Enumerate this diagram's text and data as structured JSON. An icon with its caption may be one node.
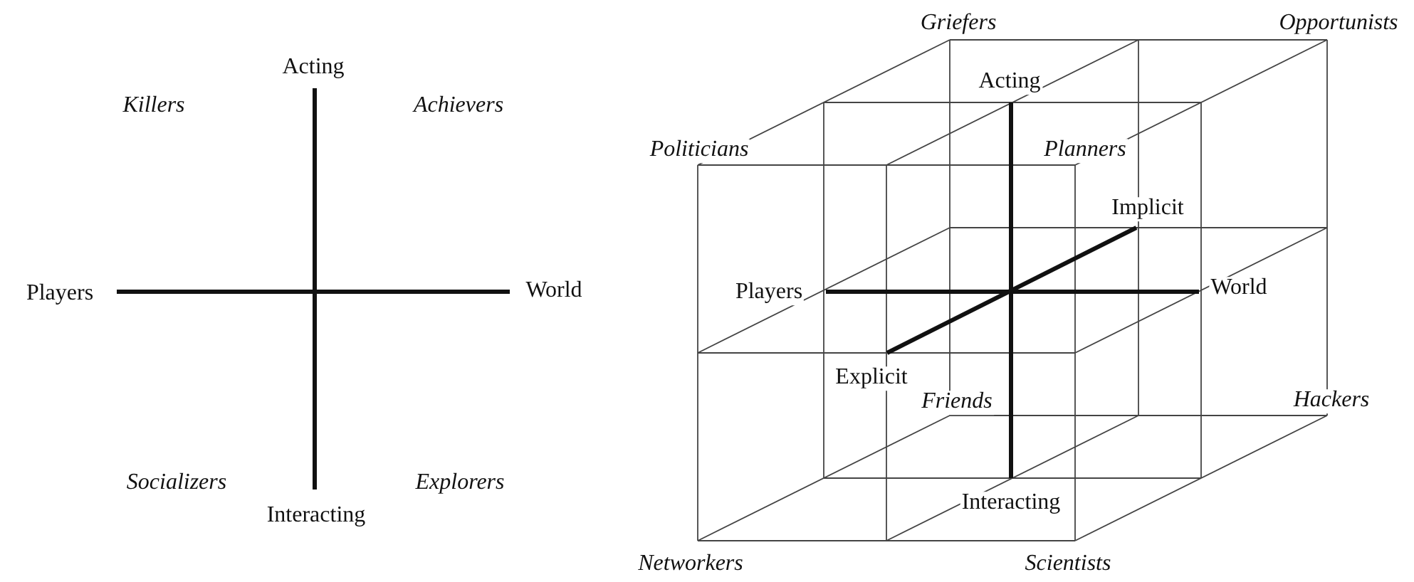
{
  "diagram": {
    "labels": [
      "Acting",
      "Killers",
      "Achievers",
      "Players",
      "World",
      "Socializers",
      "Explorers",
      "Interacting",
      "Griefers",
      "Opportunists",
      "Acting",
      "Politicians",
      "Planners",
      "Implicit",
      "Players",
      "World",
      "Explicit",
      "Friends",
      "Hackers",
      "Interacting",
      "Networkers",
      "Scientists"
    ]
  }
}
